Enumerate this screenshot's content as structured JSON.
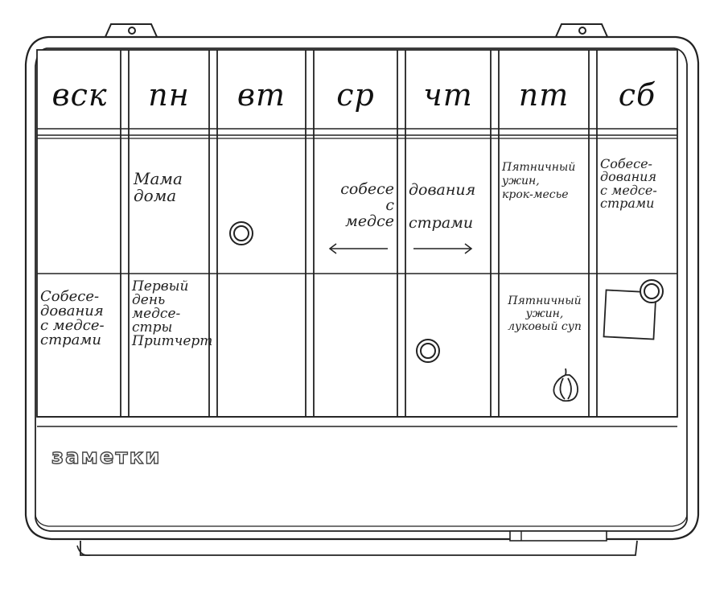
{
  "days": [
    "вск",
    "пн",
    "вт",
    "ср",
    "чт",
    "пт",
    "сб"
  ],
  "notes": {
    "mon_top": "Мама\nдома",
    "wed_thu_top_left": "собесе\nс\nмедсе",
    "wed_thu_top_right": "дования\n\nстрами",
    "fri_top": "Пятничный\nужин,\nкрок-месье",
    "sat_top": "Собесе-\nдования\nс медсе-\nстрами",
    "sun_bottom": "Собесе-\nдования\nс медсе-\nстрами",
    "mon_bottom": "Первый\nдень\nмедсе-\nстры\nПритчерт",
    "fri_bottom": "Пятничный\nужин,\nлуковый суп"
  },
  "footer": {
    "title": "заметки"
  },
  "icons": {
    "magnet": "magnet-icon",
    "onion": "onion-icon",
    "sticky": "sticky-note-icon"
  }
}
